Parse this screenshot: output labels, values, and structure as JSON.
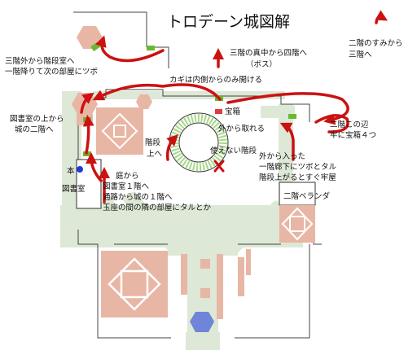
{
  "title": "トロデーン城図解",
  "labels": {
    "floor3_stairs": [
      "三階外から階段室へ",
      "一階降りて次の部屋にツボ"
    ],
    "center_to_4f": [
      "三階の真中から四階へ",
      "（ボス）"
    ],
    "corner_to_3f": [
      "二階のすみから",
      "三階へ"
    ],
    "key_door": "カギは内側からのみ開ける",
    "library_top": [
      "図書室の上から",
      "城の二階へ"
    ],
    "chest": "宝箱",
    "take_outside": "外から取れる",
    "stairs_up": [
      "階段",
      "上へ"
    ],
    "unusable_stairs": "使えない階段",
    "second_floor_cell": [
      "二階この辺",
      "牢に宝箱４つ"
    ],
    "outside_entry": [
      "外から入った",
      "一階廊下にツボとタル",
      "階段上がるとすぐ牢屋"
    ],
    "book": "本",
    "library": "図書室",
    "garden": [
      "庭から",
      "図書室１階へ",
      "通路から城の１階へ",
      "玉座の間の隣の部屋にタルとか"
    ],
    "veranda": "二階ベランダ"
  },
  "colors": {
    "arrow": "#cc1111",
    "marker": "#6ab82e",
    "path": "#dde8d6",
    "floor_tile": "#e8b6a4",
    "chest": "#e23b3b",
    "dot": "#1a3ad6",
    "boss_hex": "#6f86d8"
  }
}
